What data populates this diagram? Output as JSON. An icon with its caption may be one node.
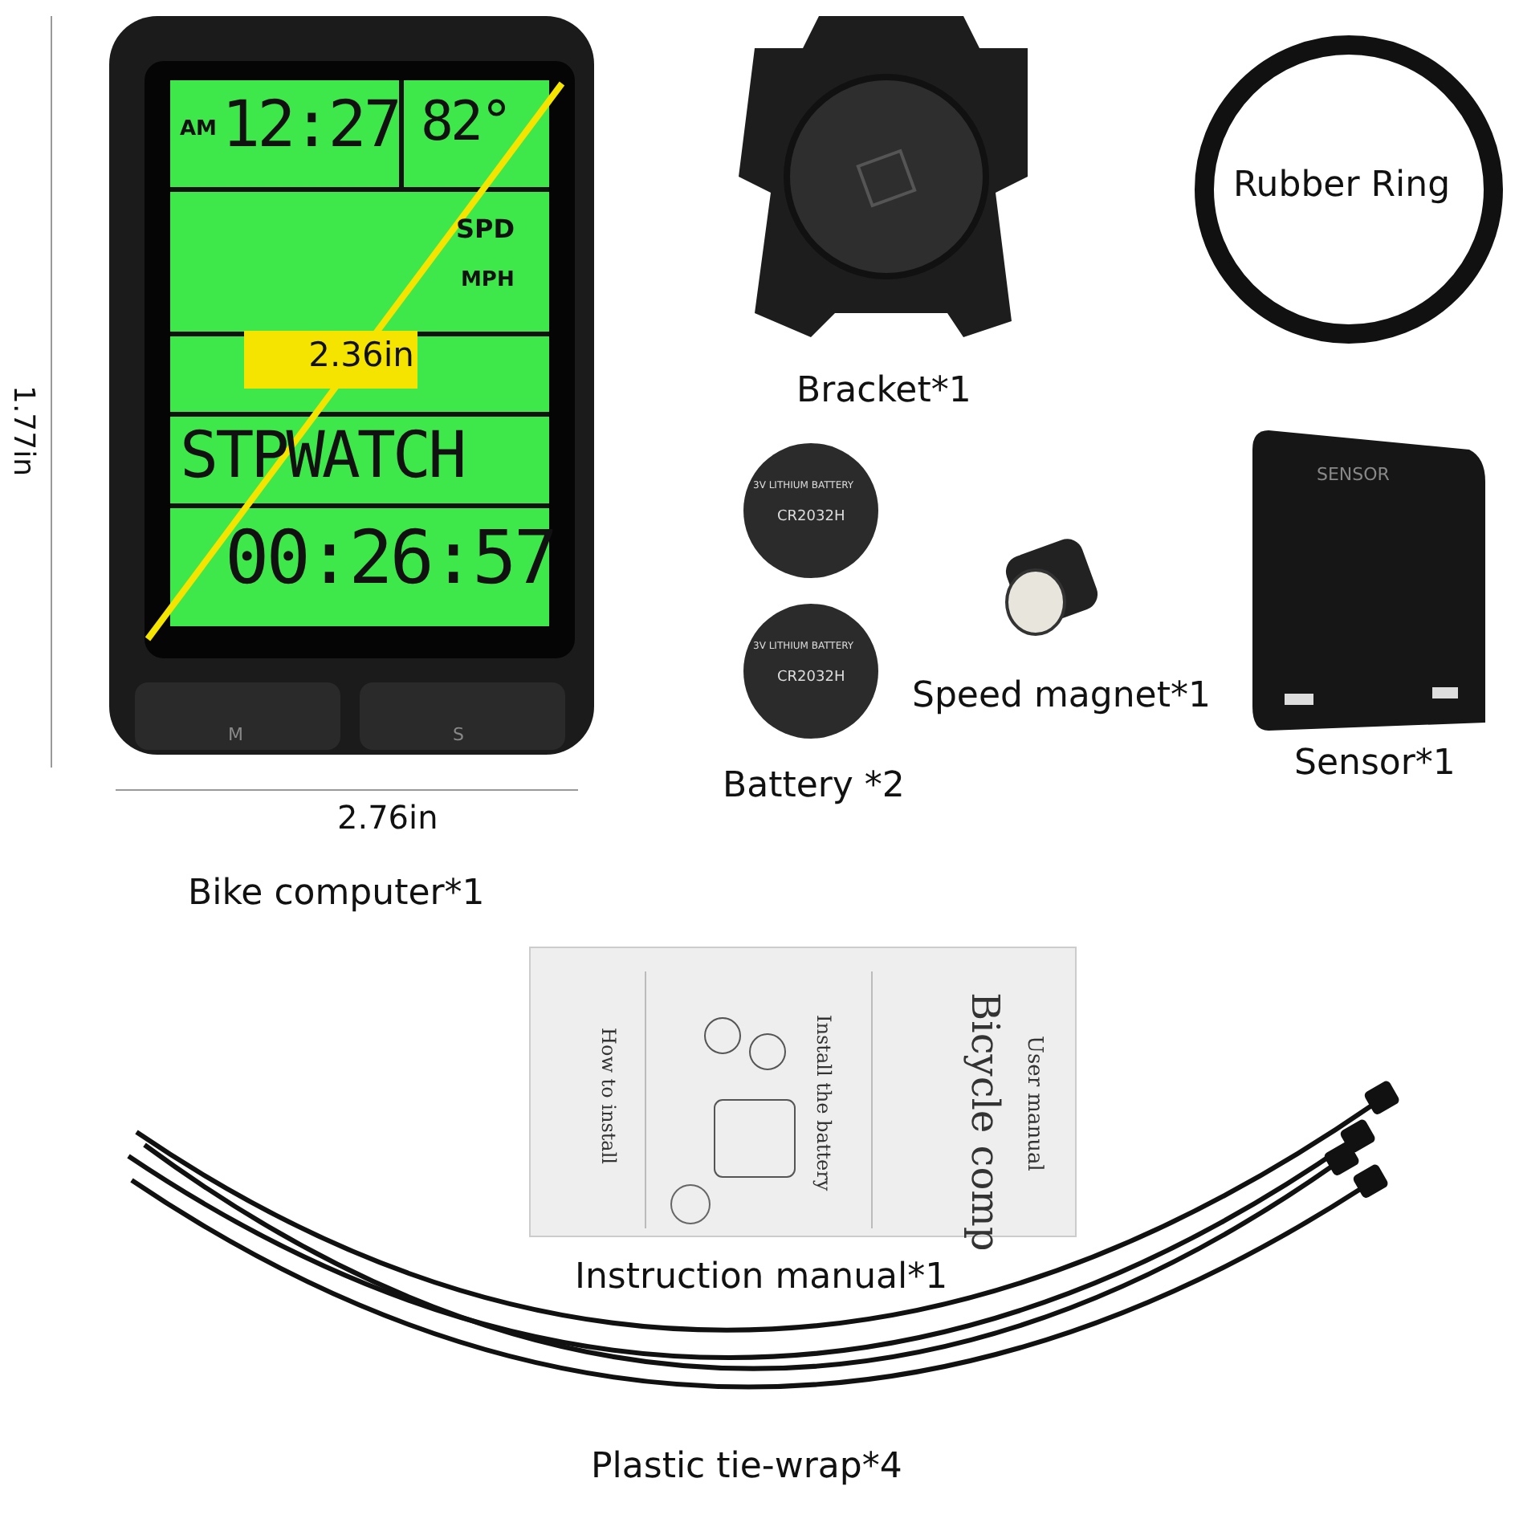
{
  "diagram": {
    "labels": [
      "AM",
      "12:27",
      "82°",
      "SPD",
      "MPH",
      "2.36in",
      "STPWATCH",
      "00:26:57",
      "M",
      "S",
      "1.77in",
      "Bracket*1",
      "Rubber Ring",
      "SENSOR",
      "3V LITHIUM BATTERY",
      "CR2032H",
      "Speed magnet*1",
      "3V LITHIUM BATTERY",
      "CR2032H",
      "Battery *2",
      "Sensor*1",
      "2.76in",
      "Bike computer*1",
      "How to install",
      "Install the battery",
      "User manual",
      "Bicycle comp",
      "Instruction manual*1",
      "Plastic tie-wrap*4"
    ]
  }
}
